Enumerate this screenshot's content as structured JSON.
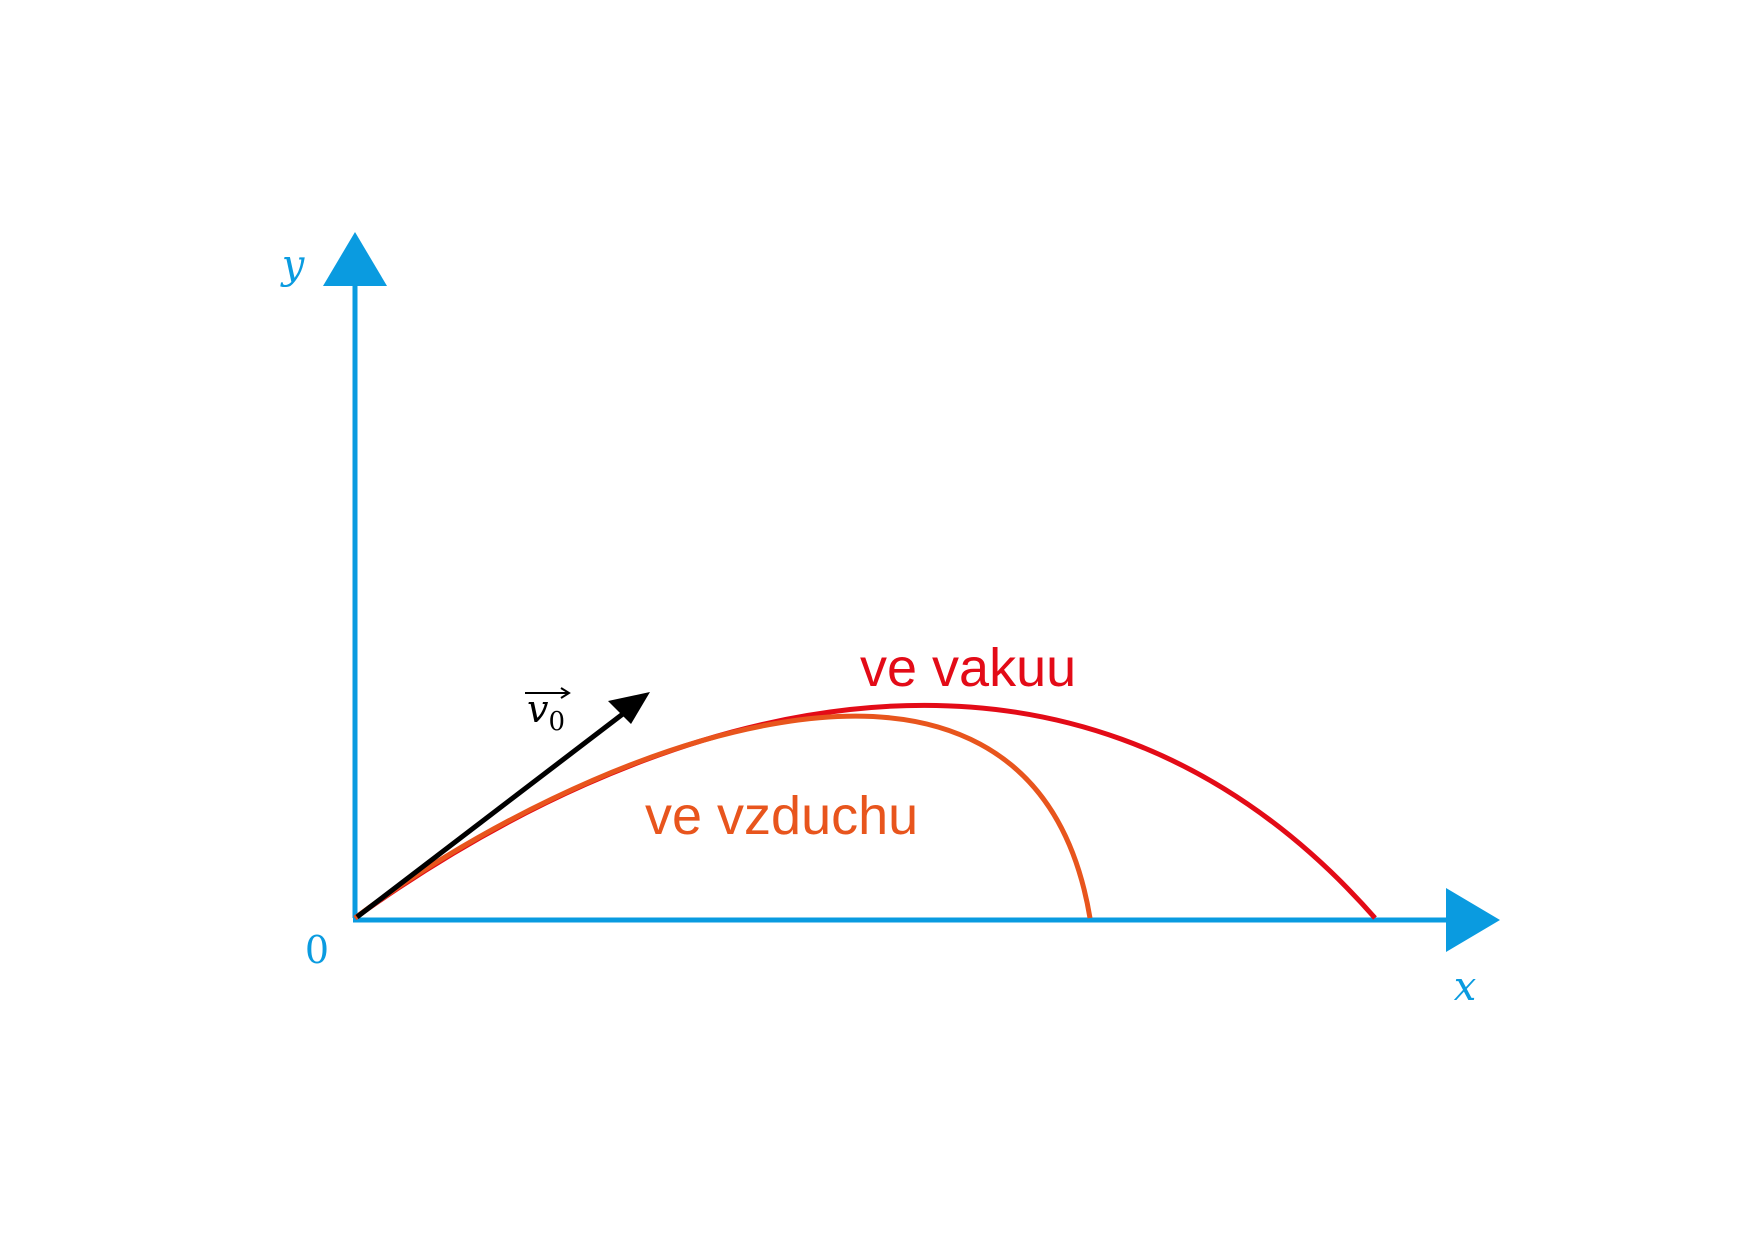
{
  "diagram": {
    "axes": {
      "x_label": "x",
      "y_label": "y",
      "origin_label": "0",
      "color": "#0a9be0"
    },
    "velocity_vector": {
      "symbol": "v",
      "subscript": "0",
      "color": "#000000"
    },
    "curves": [
      {
        "id": "vacuum",
        "label": "ve vakuu",
        "color": "#e30b17"
      },
      {
        "id": "air",
        "label": "ve vzduchu",
        "color": "#e8551d"
      }
    ]
  }
}
